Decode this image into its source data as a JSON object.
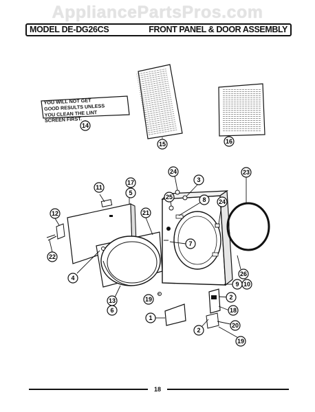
{
  "watermark": "AppliancePartsPros.com",
  "header": {
    "model": "MODEL DE-DG26CS",
    "title": "FRONT PANEL & DOOR ASSEMBLY"
  },
  "lint_label": {
    "line1": "YOU WILL NOT GET",
    "line2": "GOOD RESULTS UNLESS",
    "line3": "YOU CLEAN THE LINT",
    "line4": "SCREEN FIRST."
  },
  "page_number": "18",
  "callouts": [
    "14",
    "15",
    "16",
    "24",
    "3",
    "11",
    "17",
    "5",
    "12",
    "25",
    "8",
    "24",
    "23",
    "21",
    "7",
    "22",
    "4",
    "26",
    "9",
    "10",
    "13",
    "6",
    "19",
    "2",
    "18",
    "1",
    "20",
    "2",
    "19"
  ]
}
